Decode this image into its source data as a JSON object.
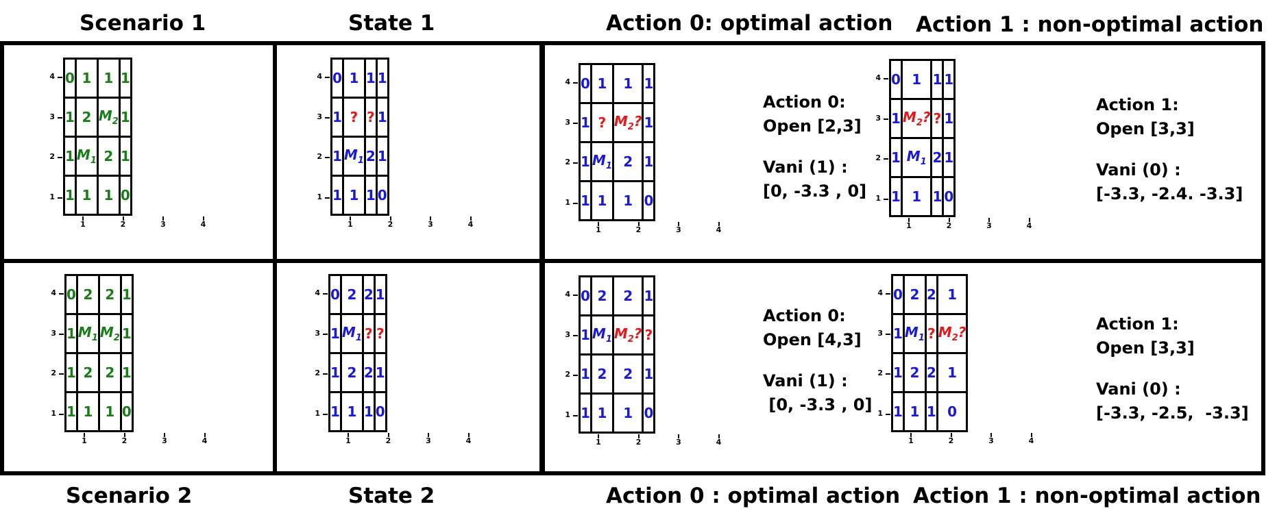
{
  "headings": {
    "scenario1": "Scenario 1",
    "state1": "State 1",
    "action0_top": "Action 0: optimal action",
    "action1_top": "Action 1 : non-optimal action",
    "scenario2": "Scenario 2",
    "state2": "State 2",
    "action0_bottom": "Action 0 : optimal action",
    "action1_bottom": "Action 1 : non-optimal action"
  },
  "axis": {
    "ticks": [
      "1",
      "2",
      "3",
      "4"
    ]
  },
  "colors": {
    "scenario": "#1a7d1a",
    "state": "#1a1ad6",
    "unknown": "#e41818",
    "border": "#000000"
  },
  "boards": {
    "scenario1": {
      "rows": [
        [
          {
            "t": "0",
            "c": "green"
          },
          {
            "t": "1",
            "c": "green"
          },
          {
            "t": "1",
            "c": "green"
          },
          {
            "t": "1",
            "c": "green"
          }
        ],
        [
          {
            "t": "1",
            "c": "green"
          },
          {
            "t": "2",
            "c": "green"
          },
          {
            "t": "M",
            "s": "2",
            "c": "green"
          },
          {
            "t": "1",
            "c": "green"
          }
        ],
        [
          {
            "t": "1",
            "c": "green"
          },
          {
            "t": "M",
            "s": "1",
            "c": "green"
          },
          {
            "t": "2",
            "c": "green"
          },
          {
            "t": "1",
            "c": "green"
          }
        ],
        [
          {
            "t": "1",
            "c": "green"
          },
          {
            "t": "1",
            "c": "green"
          },
          {
            "t": "1",
            "c": "green"
          },
          {
            "t": "0",
            "c": "green"
          }
        ]
      ]
    },
    "state1": {
      "rows": [
        [
          {
            "t": "0",
            "c": "blue"
          },
          {
            "t": "1",
            "c": "blue"
          },
          {
            "t": "1",
            "c": "blue"
          },
          {
            "t": "1",
            "c": "blue"
          }
        ],
        [
          {
            "t": "1",
            "c": "blue"
          },
          {
            "t": "?",
            "c": "red"
          },
          {
            "t": "?",
            "c": "red"
          },
          {
            "t": "1",
            "c": "blue"
          }
        ],
        [
          {
            "t": "1",
            "c": "blue"
          },
          {
            "t": "M",
            "s": "1",
            "c": "blue"
          },
          {
            "t": "2",
            "c": "blue"
          },
          {
            "t": "1",
            "c": "blue"
          }
        ],
        [
          {
            "t": "1",
            "c": "blue"
          },
          {
            "t": "1",
            "c": "blue"
          },
          {
            "t": "1",
            "c": "blue"
          },
          {
            "t": "0",
            "c": "blue"
          }
        ]
      ]
    },
    "action0_top": {
      "rows": [
        [
          {
            "t": "0",
            "c": "blue"
          },
          {
            "t": "1",
            "c": "blue"
          },
          {
            "t": "1",
            "c": "blue"
          },
          {
            "t": "1",
            "c": "blue"
          }
        ],
        [
          {
            "t": "1",
            "c": "blue"
          },
          {
            "t": "?",
            "c": "red"
          },
          {
            "t": "M",
            "s": "2",
            "q": "?",
            "c": "red"
          },
          {
            "t": "1",
            "c": "blue"
          }
        ],
        [
          {
            "t": "1",
            "c": "blue"
          },
          {
            "t": "M",
            "s": "1",
            "c": "blue"
          },
          {
            "t": "2",
            "c": "blue"
          },
          {
            "t": "1",
            "c": "blue"
          }
        ],
        [
          {
            "t": "1",
            "c": "blue"
          },
          {
            "t": "1",
            "c": "blue"
          },
          {
            "t": "1",
            "c": "blue"
          },
          {
            "t": "0",
            "c": "blue"
          }
        ]
      ]
    },
    "action1_top": {
      "rows": [
        [
          {
            "t": "0",
            "c": "blue"
          },
          {
            "t": "1",
            "c": "blue"
          },
          {
            "t": "1",
            "c": "blue"
          },
          {
            "t": "1",
            "c": "blue"
          }
        ],
        [
          {
            "t": "1",
            "c": "blue"
          },
          {
            "t": "M",
            "s": "2",
            "q": "?",
            "c": "red"
          },
          {
            "t": "?",
            "c": "red"
          },
          {
            "t": "1",
            "c": "blue"
          }
        ],
        [
          {
            "t": "1",
            "c": "blue"
          },
          {
            "t": "M",
            "s": "1",
            "c": "blue"
          },
          {
            "t": "2",
            "c": "blue"
          },
          {
            "t": "1",
            "c": "blue"
          }
        ],
        [
          {
            "t": "1",
            "c": "blue"
          },
          {
            "t": "1",
            "c": "blue"
          },
          {
            "t": "1",
            "c": "blue"
          },
          {
            "t": "0",
            "c": "blue"
          }
        ]
      ]
    },
    "scenario2": {
      "rows": [
        [
          {
            "t": "0",
            "c": "green"
          },
          {
            "t": "2",
            "c": "green"
          },
          {
            "t": "2",
            "c": "green"
          },
          {
            "t": "1",
            "c": "green"
          }
        ],
        [
          {
            "t": "1",
            "c": "green"
          },
          {
            "t": "M",
            "s": "1",
            "c": "green"
          },
          {
            "t": "M",
            "s": "2",
            "c": "green"
          },
          {
            "t": "1",
            "c": "green"
          }
        ],
        [
          {
            "t": "1",
            "c": "green"
          },
          {
            "t": "2",
            "c": "green"
          },
          {
            "t": "2",
            "c": "green"
          },
          {
            "t": "1",
            "c": "green"
          }
        ],
        [
          {
            "t": "1",
            "c": "green"
          },
          {
            "t": "1",
            "c": "green"
          },
          {
            "t": "1",
            "c": "green"
          },
          {
            "t": "0",
            "c": "green"
          }
        ]
      ]
    },
    "state2": {
      "rows": [
        [
          {
            "t": "0",
            "c": "blue"
          },
          {
            "t": "2",
            "c": "blue"
          },
          {
            "t": "2",
            "c": "blue"
          },
          {
            "t": "1",
            "c": "blue"
          }
        ],
        [
          {
            "t": "1",
            "c": "blue"
          },
          {
            "t": "M",
            "s": "1",
            "c": "blue"
          },
          {
            "t": "?",
            "c": "red"
          },
          {
            "t": "?",
            "c": "red"
          }
        ],
        [
          {
            "t": "1",
            "c": "blue"
          },
          {
            "t": "2",
            "c": "blue"
          },
          {
            "t": "2",
            "c": "blue"
          },
          {
            "t": "1",
            "c": "blue"
          }
        ],
        [
          {
            "t": "1",
            "c": "blue"
          },
          {
            "t": "1",
            "c": "blue"
          },
          {
            "t": "1",
            "c": "blue"
          },
          {
            "t": "0",
            "c": "blue"
          }
        ]
      ]
    },
    "action0_bottom": {
      "rows": [
        [
          {
            "t": "0",
            "c": "blue"
          },
          {
            "t": "2",
            "c": "blue"
          },
          {
            "t": "2",
            "c": "blue"
          },
          {
            "t": "1",
            "c": "blue"
          }
        ],
        [
          {
            "t": "1",
            "c": "blue"
          },
          {
            "t": "M",
            "s": "1",
            "c": "blue"
          },
          {
            "t": "M",
            "s": "2",
            "q": "?",
            "c": "red"
          },
          {
            "t": "?",
            "c": "red"
          }
        ],
        [
          {
            "t": "1",
            "c": "blue"
          },
          {
            "t": "2",
            "c": "blue"
          },
          {
            "t": "2",
            "c": "blue"
          },
          {
            "t": "1",
            "c": "blue"
          }
        ],
        [
          {
            "t": "1",
            "c": "blue"
          },
          {
            "t": "1",
            "c": "blue"
          },
          {
            "t": "1",
            "c": "blue"
          },
          {
            "t": "0",
            "c": "blue"
          }
        ]
      ]
    },
    "action1_bottom": {
      "rows": [
        [
          {
            "t": "0",
            "c": "blue"
          },
          {
            "t": "2",
            "c": "blue"
          },
          {
            "t": "2",
            "c": "blue"
          },
          {
            "t": "1",
            "c": "blue"
          }
        ],
        [
          {
            "t": "1",
            "c": "blue"
          },
          {
            "t": "M",
            "s": "1",
            "c": "blue"
          },
          {
            "t": "?",
            "c": "red"
          },
          {
            "t": "M",
            "s": "2",
            "q": "?",
            "c": "red"
          }
        ],
        [
          {
            "t": "1",
            "c": "blue"
          },
          {
            "t": "2",
            "c": "blue"
          },
          {
            "t": "2",
            "c": "blue"
          },
          {
            "t": "1",
            "c": "blue"
          }
        ],
        [
          {
            "t": "1",
            "c": "blue"
          },
          {
            "t": "1",
            "c": "blue"
          },
          {
            "t": "1",
            "c": "blue"
          },
          {
            "t": "0",
            "c": "blue"
          }
        ]
      ]
    }
  },
  "descriptions": {
    "action0_top": {
      "line1": "Action 0:",
      "line2": "Open [2,3]",
      "line3": "Vani (1) :",
      "line4": "[0, -3.3 , 0]"
    },
    "action1_top": {
      "line1": "Action 1:",
      "line2": "Open [3,3]",
      "line3": "Vani (0) :",
      "line4": "[-3.3, -2.4. -3.3]"
    },
    "action0_bottom": {
      "line1": "Action 0:",
      "line2": "Open [4,3]",
      "line3": "Vani (1) :",
      "line4": " [0, -3.3 , 0]"
    },
    "action1_bottom": {
      "line1": "Action 1:",
      "line2": "Open [3,3]",
      "line3": "Vani (0) :",
      "line4": "[-3.3, -2.5,  -3.3]"
    }
  }
}
